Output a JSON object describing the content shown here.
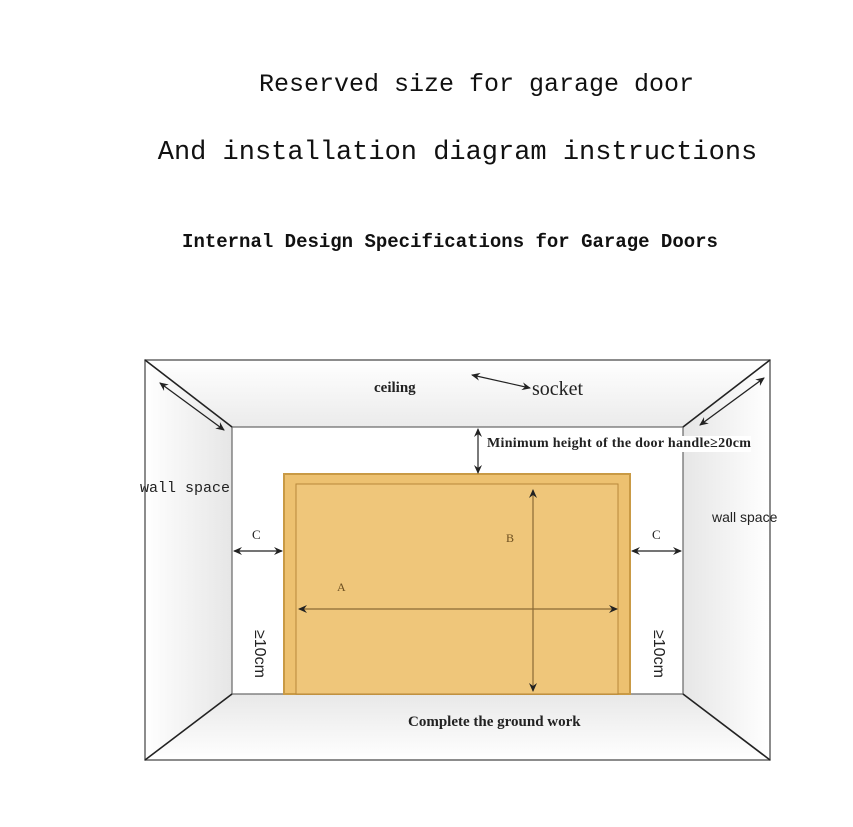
{
  "header": {
    "title": "Reserved size for garage door",
    "subtitle": "And installation diagram instructions",
    "section_title": "Internal Design Specifications for Garage Doors"
  },
  "diagram": {
    "labels": {
      "ceiling": "ceiling",
      "socket": "socket",
      "min_height": "Minimum height of the door handle≥20cm",
      "wall_space_left": "wall space",
      "wall_space_right": "wall space",
      "clearance_left": "C",
      "clearance_right": "C",
      "width": "A",
      "height": "B",
      "side_min_left": "≥10cm",
      "side_min_right": "≥10cm",
      "floor": "Complete the ground work"
    },
    "colors": {
      "door_fill": "#EDC170",
      "door_border": "#C99A45",
      "line": "#555555",
      "arrow": "#222222"
    }
  }
}
